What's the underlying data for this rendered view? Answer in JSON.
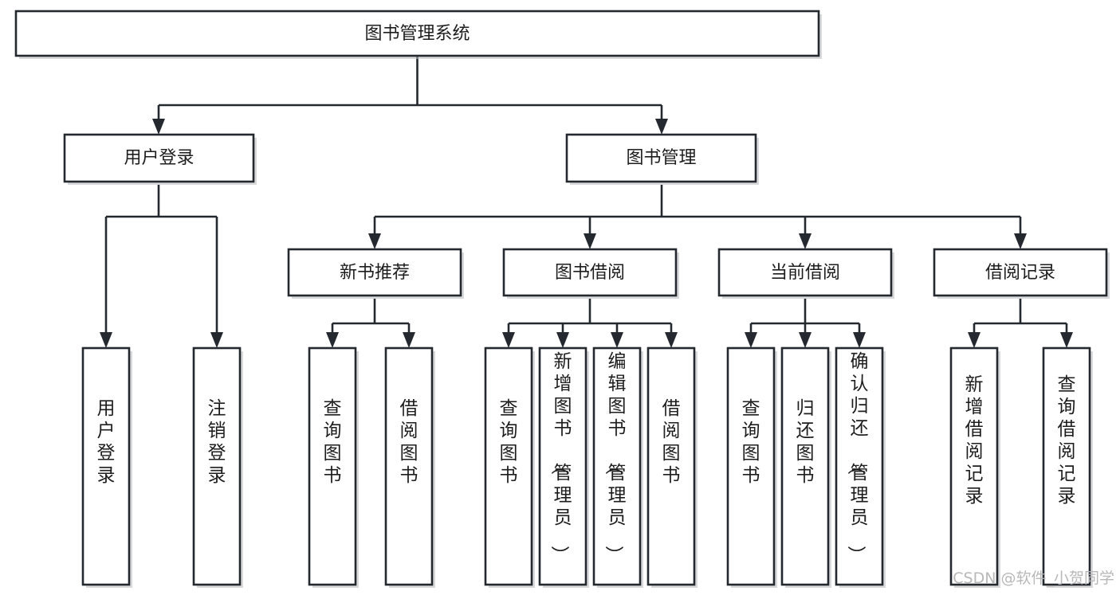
{
  "diagram": {
    "title": "图书管理系统",
    "type": "tree-hierarchy",
    "root": {
      "id": "root",
      "label": "图书管理系统",
      "orientation": "horizontal"
    },
    "level2": [
      {
        "id": "user-login",
        "label": "用户登录",
        "orientation": "horizontal"
      },
      {
        "id": "book-manage",
        "label": "图书管理",
        "orientation": "horizontal"
      }
    ],
    "level3": [
      {
        "id": "new-book-recommend",
        "label": "新书推荐",
        "parent": "book-manage",
        "orientation": "horizontal"
      },
      {
        "id": "book-borrow",
        "label": "图书借阅",
        "parent": "book-manage",
        "orientation": "horizontal"
      },
      {
        "id": "current-borrow",
        "label": "当前借阅",
        "parent": "book-manage",
        "orientation": "horizontal"
      },
      {
        "id": "borrow-record",
        "label": "借阅记录",
        "parent": "book-manage",
        "orientation": "horizontal"
      }
    ],
    "leaves": [
      {
        "id": "leaf-user-login",
        "label": "用户登录",
        "parent": "user-login",
        "orientation": "vertical"
      },
      {
        "id": "leaf-user-logout",
        "label": "注销登录",
        "parent": "user-login",
        "orientation": "vertical"
      },
      {
        "id": "leaf-query-book-1",
        "label": "查询图书",
        "parent": "new-book-recommend",
        "orientation": "vertical"
      },
      {
        "id": "leaf-borrow-book-1",
        "label": "借阅图书",
        "parent": "new-book-recommend",
        "orientation": "vertical"
      },
      {
        "id": "leaf-query-book-2",
        "label": "查询图书",
        "parent": "book-borrow",
        "orientation": "vertical"
      },
      {
        "id": "leaf-add-book",
        "label": "新增图书（管理员）",
        "parent": "book-borrow",
        "orientation": "vertical"
      },
      {
        "id": "leaf-edit-book",
        "label": "编辑图书（管理员）",
        "parent": "book-borrow",
        "orientation": "vertical"
      },
      {
        "id": "leaf-borrow-book-2",
        "label": "借阅图书",
        "parent": "book-borrow",
        "orientation": "vertical"
      },
      {
        "id": "leaf-query-book-3",
        "label": "查询图书",
        "parent": "current-borrow",
        "orientation": "vertical"
      },
      {
        "id": "leaf-return-book",
        "label": "归还图书",
        "parent": "current-borrow",
        "orientation": "vertical"
      },
      {
        "id": "leaf-confirm-return",
        "label": "确认归还（管理员）",
        "parent": "current-borrow",
        "orientation": "vertical"
      },
      {
        "id": "leaf-add-record",
        "label": "新增借阅记录",
        "parent": "borrow-record",
        "orientation": "vertical"
      },
      {
        "id": "leaf-query-record",
        "label": "查询借阅记录",
        "parent": "borrow-record",
        "orientation": "vertical"
      }
    ],
    "colors": {
      "box_stroke": "#23292f",
      "box_fill": "#ffffff",
      "text": "#1d1d1d",
      "background": "#ffffff",
      "watermark": "#b5b5b5"
    }
  },
  "watermark": {
    "text": "CSDN @软件_小贺同学"
  }
}
